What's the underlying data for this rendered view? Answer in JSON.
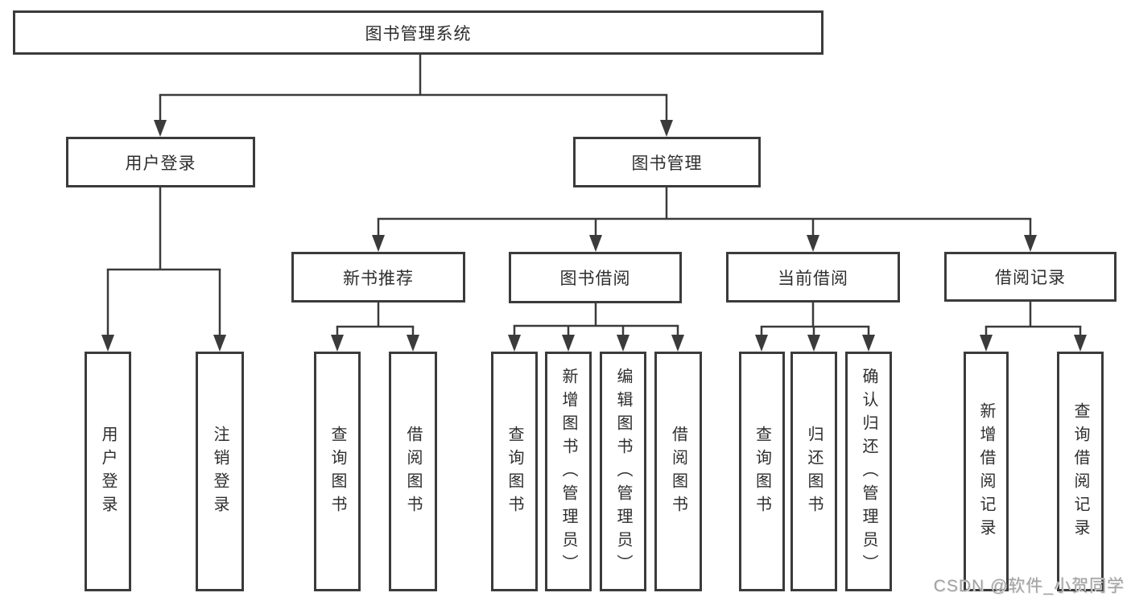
{
  "tree": {
    "label": "图书管理系统",
    "children": [
      {
        "label": "用户登录",
        "children": [
          {
            "label": "用户登录"
          },
          {
            "label": "注销登录"
          }
        ]
      },
      {
        "label": "图书管理",
        "children": [
          {
            "label": "新书推荐",
            "children": [
              {
                "label": "查询图书"
              },
              {
                "label": "借阅图书"
              }
            ]
          },
          {
            "label": "图书借阅",
            "children": [
              {
                "label": "查询图书"
              },
              {
                "label": "新增图书（管理员）"
              },
              {
                "label": "编辑图书（管理员）"
              },
              {
                "label": "借阅图书"
              }
            ]
          },
          {
            "label": "当前借阅",
            "children": [
              {
                "label": "查询图书"
              },
              {
                "label": "归还图书"
              },
              {
                "label": "确认归还（管理员）"
              }
            ]
          },
          {
            "label": "借阅记录",
            "children": [
              {
                "label": "新增借阅记录"
              },
              {
                "label": "查询借阅记录"
              }
            ]
          }
        ]
      }
    ]
  },
  "watermark": {
    "text": "CSDN @软件_小贺同学"
  },
  "colors": {
    "line": "#3b3b3b",
    "text": "#2e2e2e",
    "watermark": "#a2a2a2"
  }
}
